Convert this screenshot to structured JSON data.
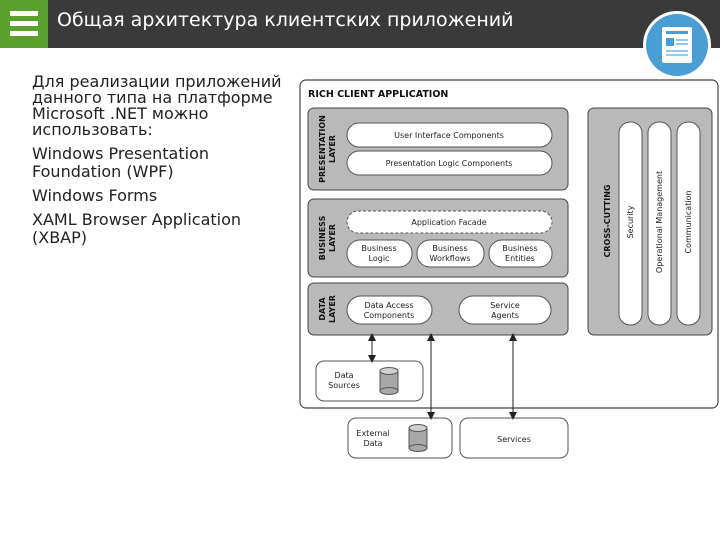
{
  "header": {
    "title": "Общая архитектура клиентских приложений",
    "accent_color": "#5aa02c",
    "bar_color": "#3a3a3a",
    "badge_icon": "document-icon",
    "badge_color": "#4a9ed6"
  },
  "content": {
    "intro": "Для реализации приложений данного типа на платформе Microsoft .NET можно использовать:",
    "items": [
      "Windows Presentation Foundation (WPF)",
      "Windows Forms",
      "XAML Browser Application (XBAP)"
    ]
  },
  "diagram": {
    "title": "RICH CLIENT APPLICATION",
    "layers": {
      "presentation": {
        "label1": "PRESENTATION",
        "label2": "LAYER",
        "components": [
          "User Interface Components",
          "Presentation Logic Components"
        ]
      },
      "business": {
        "label1": "BUSINESS",
        "label2": "LAYER",
        "facade": "Application Facade",
        "components": [
          [
            "Business",
            "Logic"
          ],
          [
            "Business",
            "Workflows"
          ],
          [
            "Business",
            "Entities"
          ]
        ]
      },
      "data": {
        "label1": "DATA",
        "label2": "LAYER",
        "components": [
          [
            "Data Access",
            "Components"
          ],
          [
            "Service",
            "Agents"
          ]
        ]
      }
    },
    "cross_cutting": {
      "label": "CROSS-CUTTING",
      "items": [
        "Security",
        "Operational Management",
        "Communication"
      ]
    },
    "external": {
      "data_sources": [
        "Data",
        "Sources"
      ],
      "external_data": [
        "External",
        "Data"
      ],
      "services": "Services"
    }
  }
}
